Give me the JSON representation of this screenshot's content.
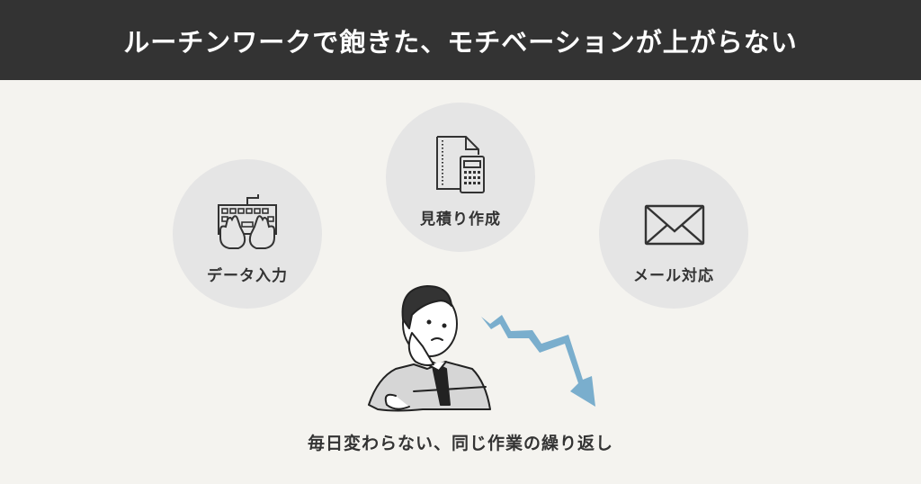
{
  "header": {
    "title": "ルーチンワークで飽きた、モチベーションが上がらない"
  },
  "tasks": [
    {
      "label": "データ入力",
      "icon": "keyboard-typing-icon"
    },
    {
      "label": "見積り作成",
      "icon": "document-calculator-icon"
    },
    {
      "label": "メール対応",
      "icon": "envelope-icon"
    }
  ],
  "illustration": {
    "person": "worried-businessman",
    "arrow": "downward-trend-arrow"
  },
  "caption": "毎日変わらない、同じ作業の繰り返し",
  "colors": {
    "header_bg": "#333333",
    "page_bg": "#f4f3ef",
    "circle_bg": "#e5e5e5",
    "arrow": "#7aaecd",
    "text": "#333333"
  }
}
